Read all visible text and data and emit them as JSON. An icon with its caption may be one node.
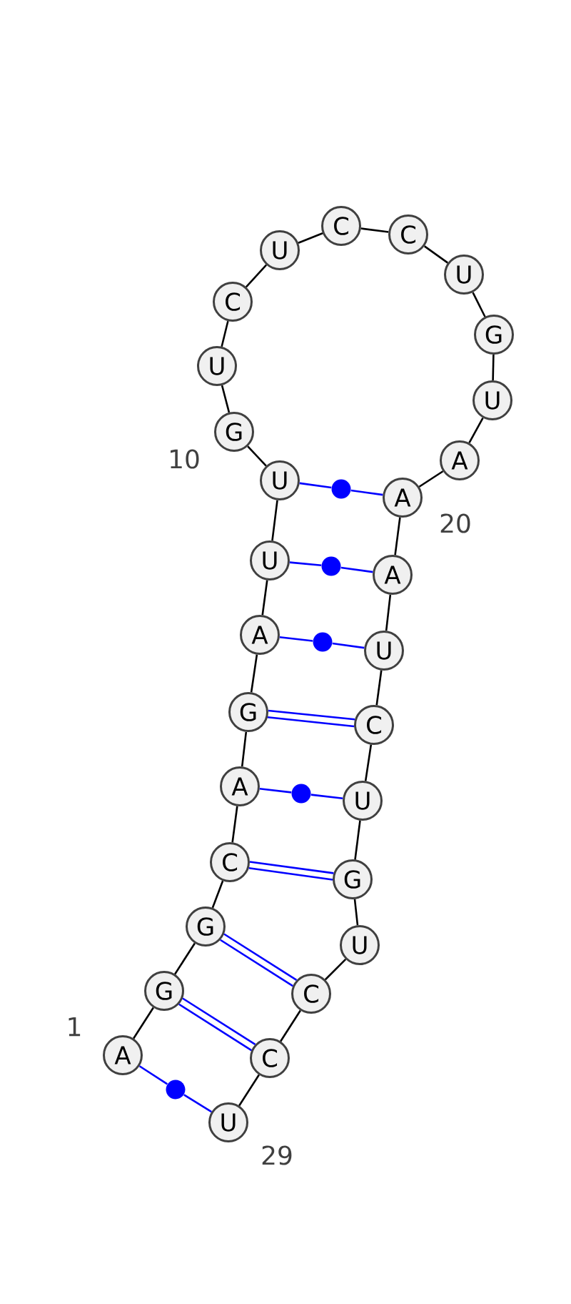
{
  "diagram": {
    "nodes": [
      {
        "text": [
          "A"
        ]
      },
      {
        "text": [
          "G"
        ]
      },
      {
        "text": [
          "G"
        ]
      },
      {
        "text": [
          "C"
        ]
      },
      {
        "text": [
          "A"
        ]
      },
      {
        "text": [
          "G"
        ]
      },
      {
        "text": [
          "A"
        ]
      },
      {
        "text": [
          "U"
        ]
      },
      {
        "text": [
          "U"
        ]
      },
      {
        "text": [
          "G"
        ]
      },
      {
        "text": [
          "U"
        ]
      },
      {
        "text": [
          "C"
        ]
      },
      {
        "text": [
          "U"
        ]
      },
      {
        "text": [
          "C"
        ]
      },
      {
        "text": [
          "C"
        ]
      },
      {
        "text": [
          "U"
        ]
      },
      {
        "text": [
          "G"
        ]
      },
      {
        "text": [
          "U"
        ]
      },
      {
        "text": [
          "A"
        ]
      },
      {
        "text": [
          "A"
        ]
      },
      {
        "text": [
          "A"
        ]
      },
      {
        "text": [
          "U"
        ]
      },
      {
        "text": [
          "C"
        ]
      },
      {
        "text": [
          "U"
        ]
      },
      {
        "text": [
          "G"
        ]
      },
      {
        "text": [
          "U"
        ]
      },
      {
        "text": [
          "C"
        ]
      },
      {
        "text": [
          "C"
        ]
      },
      {
        "text": [
          "U"
        ]
      },
      {
        "text": [],
        "shape": "circle"
      },
      {
        "text": [],
        "shape": "circle"
      },
      {
        "text": [],
        "shape": "circle"
      },
      {
        "text": [],
        "shape": "circle"
      },
      {
        "text": [],
        "shape": "circle"
      }
    ],
    "edges": [
      {
        "from": 0,
        "to": 1,
        "arrow": "none"
      },
      {
        "from": 1,
        "to": 2,
        "arrow": "none"
      },
      {
        "from": 2,
        "to": 3,
        "arrow": "none"
      },
      {
        "from": 3,
        "to": 4,
        "arrow": "none"
      },
      {
        "from": 4,
        "to": 5,
        "arrow": "none"
      },
      {
        "from": 5,
        "to": 6,
        "arrow": "none"
      },
      {
        "from": 6,
        "to": 7,
        "arrow": "none"
      },
      {
        "from": 7,
        "to": 8,
        "arrow": "none"
      },
      {
        "from": 8,
        "to": 9,
        "arrow": "none"
      },
      {
        "from": 9,
        "to": 10,
        "arrow": "none"
      },
      {
        "from": 10,
        "to": 11,
        "arrow": "none"
      },
      {
        "from": 11,
        "to": 12,
        "arrow": "none"
      },
      {
        "from": 12,
        "to": 13,
        "arrow": "none"
      },
      {
        "from": 13,
        "to": 14,
        "arrow": "none"
      },
      {
        "from": 14,
        "to": 15,
        "arrow": "none"
      },
      {
        "from": 15,
        "to": 16,
        "arrow": "none"
      },
      {
        "from": 16,
        "to": 17,
        "arrow": "none"
      },
      {
        "from": 17,
        "to": 18,
        "arrow": "none"
      },
      {
        "from": 18,
        "to": 19,
        "arrow": "none"
      },
      {
        "from": 19,
        "to": 20,
        "arrow": "none"
      },
      {
        "from": 20,
        "to": 21,
        "arrow": "none"
      },
      {
        "from": 21,
        "to": 22,
        "arrow": "none"
      },
      {
        "from": 22,
        "to": 23,
        "arrow": "none"
      },
      {
        "from": 23,
        "to": 24,
        "arrow": "none"
      },
      {
        "from": 24,
        "to": 25,
        "arrow": "none"
      },
      {
        "from": 25,
        "to": 26,
        "arrow": "none"
      },
      {
        "from": 26,
        "to": 27,
        "arrow": "none"
      },
      {
        "from": 27,
        "to": 28,
        "arrow": "none"
      },
      {
        "from": 0,
        "to": 33,
        "arrow": "none",
        "color": "#0000ff"
      },
      {
        "from": 33,
        "to": 28,
        "arrow": "none",
        "color": "#0000ff"
      },
      {
        "from": 1,
        "to": 27,
        "arrow": "none",
        "color": "#0000ff"
      },
      {
        "from": 1,
        "to": 27,
        "arrow": "none",
        "color": "#0000ff"
      },
      {
        "from": 2,
        "to": 26,
        "arrow": "none",
        "color": "#0000ff"
      },
      {
        "from": 2,
        "to": 26,
        "arrow": "none",
        "color": "#0000ff"
      },
      {
        "from": 3,
        "to": 24,
        "arrow": "none",
        "color": "#0000ff"
      },
      {
        "from": 3,
        "to": 24,
        "arrow": "none",
        "color": "#0000ff"
      },
      {
        "from": 4,
        "to": 32,
        "arrow": "none",
        "color": "#0000ff"
      },
      {
        "from": 32,
        "to": 23,
        "arrow": "none",
        "color": "#0000ff"
      },
      {
        "from": 5,
        "to": 22,
        "arrow": "none",
        "color": "#0000ff"
      },
      {
        "from": 5,
        "to": 22,
        "arrow": "none",
        "color": "#0000ff"
      },
      {
        "from": 6,
        "to": 31,
        "arrow": "none",
        "color": "#0000ff"
      },
      {
        "from": 31,
        "to": 21,
        "arrow": "none",
        "color": "#0000ff"
      },
      {
        "from": 7,
        "to": 30,
        "arrow": "none",
        "color": "#0000ff"
      },
      {
        "from": 30,
        "to": 20,
        "arrow": "none",
        "color": "#0000ff"
      },
      {
        "from": 8,
        "to": 29,
        "arrow": "none",
        "color": "#0000ff"
      },
      {
        "from": 29,
        "to": 19,
        "arrow": "none",
        "color": "#0000ff"
      }
    ],
    "labels": [
      "1",
      "10",
      "20",
      "29"
    ]
  }
}
